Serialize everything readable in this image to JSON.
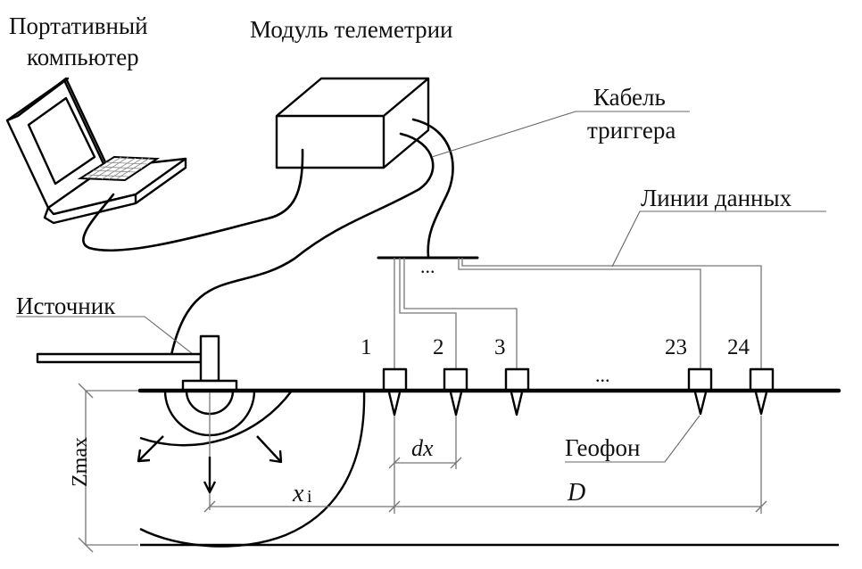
{
  "labels": {
    "laptop_line1": "Портативный",
    "laptop_line2": "компьютер",
    "telemetry_module": "Модуль телеметрии",
    "trigger_cable_line1": "Кабель",
    "trigger_cable_line2": "триггера",
    "data_lines": "Линии данных",
    "source": "Источник",
    "geophone": "Геофон"
  },
  "geophones": [
    {
      "label": "1"
    },
    {
      "label": "2"
    },
    {
      "label": "3"
    },
    {
      "label": "23"
    },
    {
      "label": "24"
    }
  ],
  "ellipsis": "...",
  "dimensions": {
    "zmax": "Zmax",
    "dx": "dx",
    "xi_main": "x",
    "xi_sub": "i",
    "D": "D"
  }
}
